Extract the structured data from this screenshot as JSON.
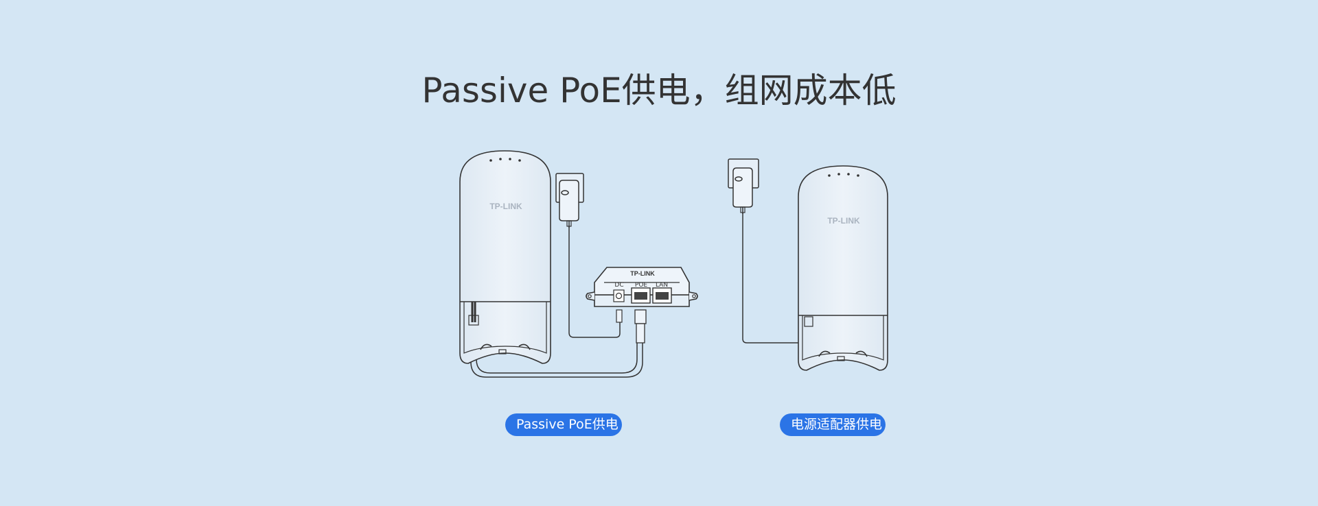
{
  "title": "Passive PoE供电，组网成本低",
  "labels": {
    "left_caption": "Passive PoE供电",
    "right_caption": "电源适配器供电"
  },
  "device": {
    "brand": "TP-LINK",
    "port_labels": [
      "DC",
      "POE",
      "LAN"
    ]
  },
  "colors": {
    "background": "#d4e6f4",
    "line": "#333333",
    "device_fill": "#e6eff7",
    "pill": "#2b74e6",
    "pill_text": "#ffffff"
  }
}
